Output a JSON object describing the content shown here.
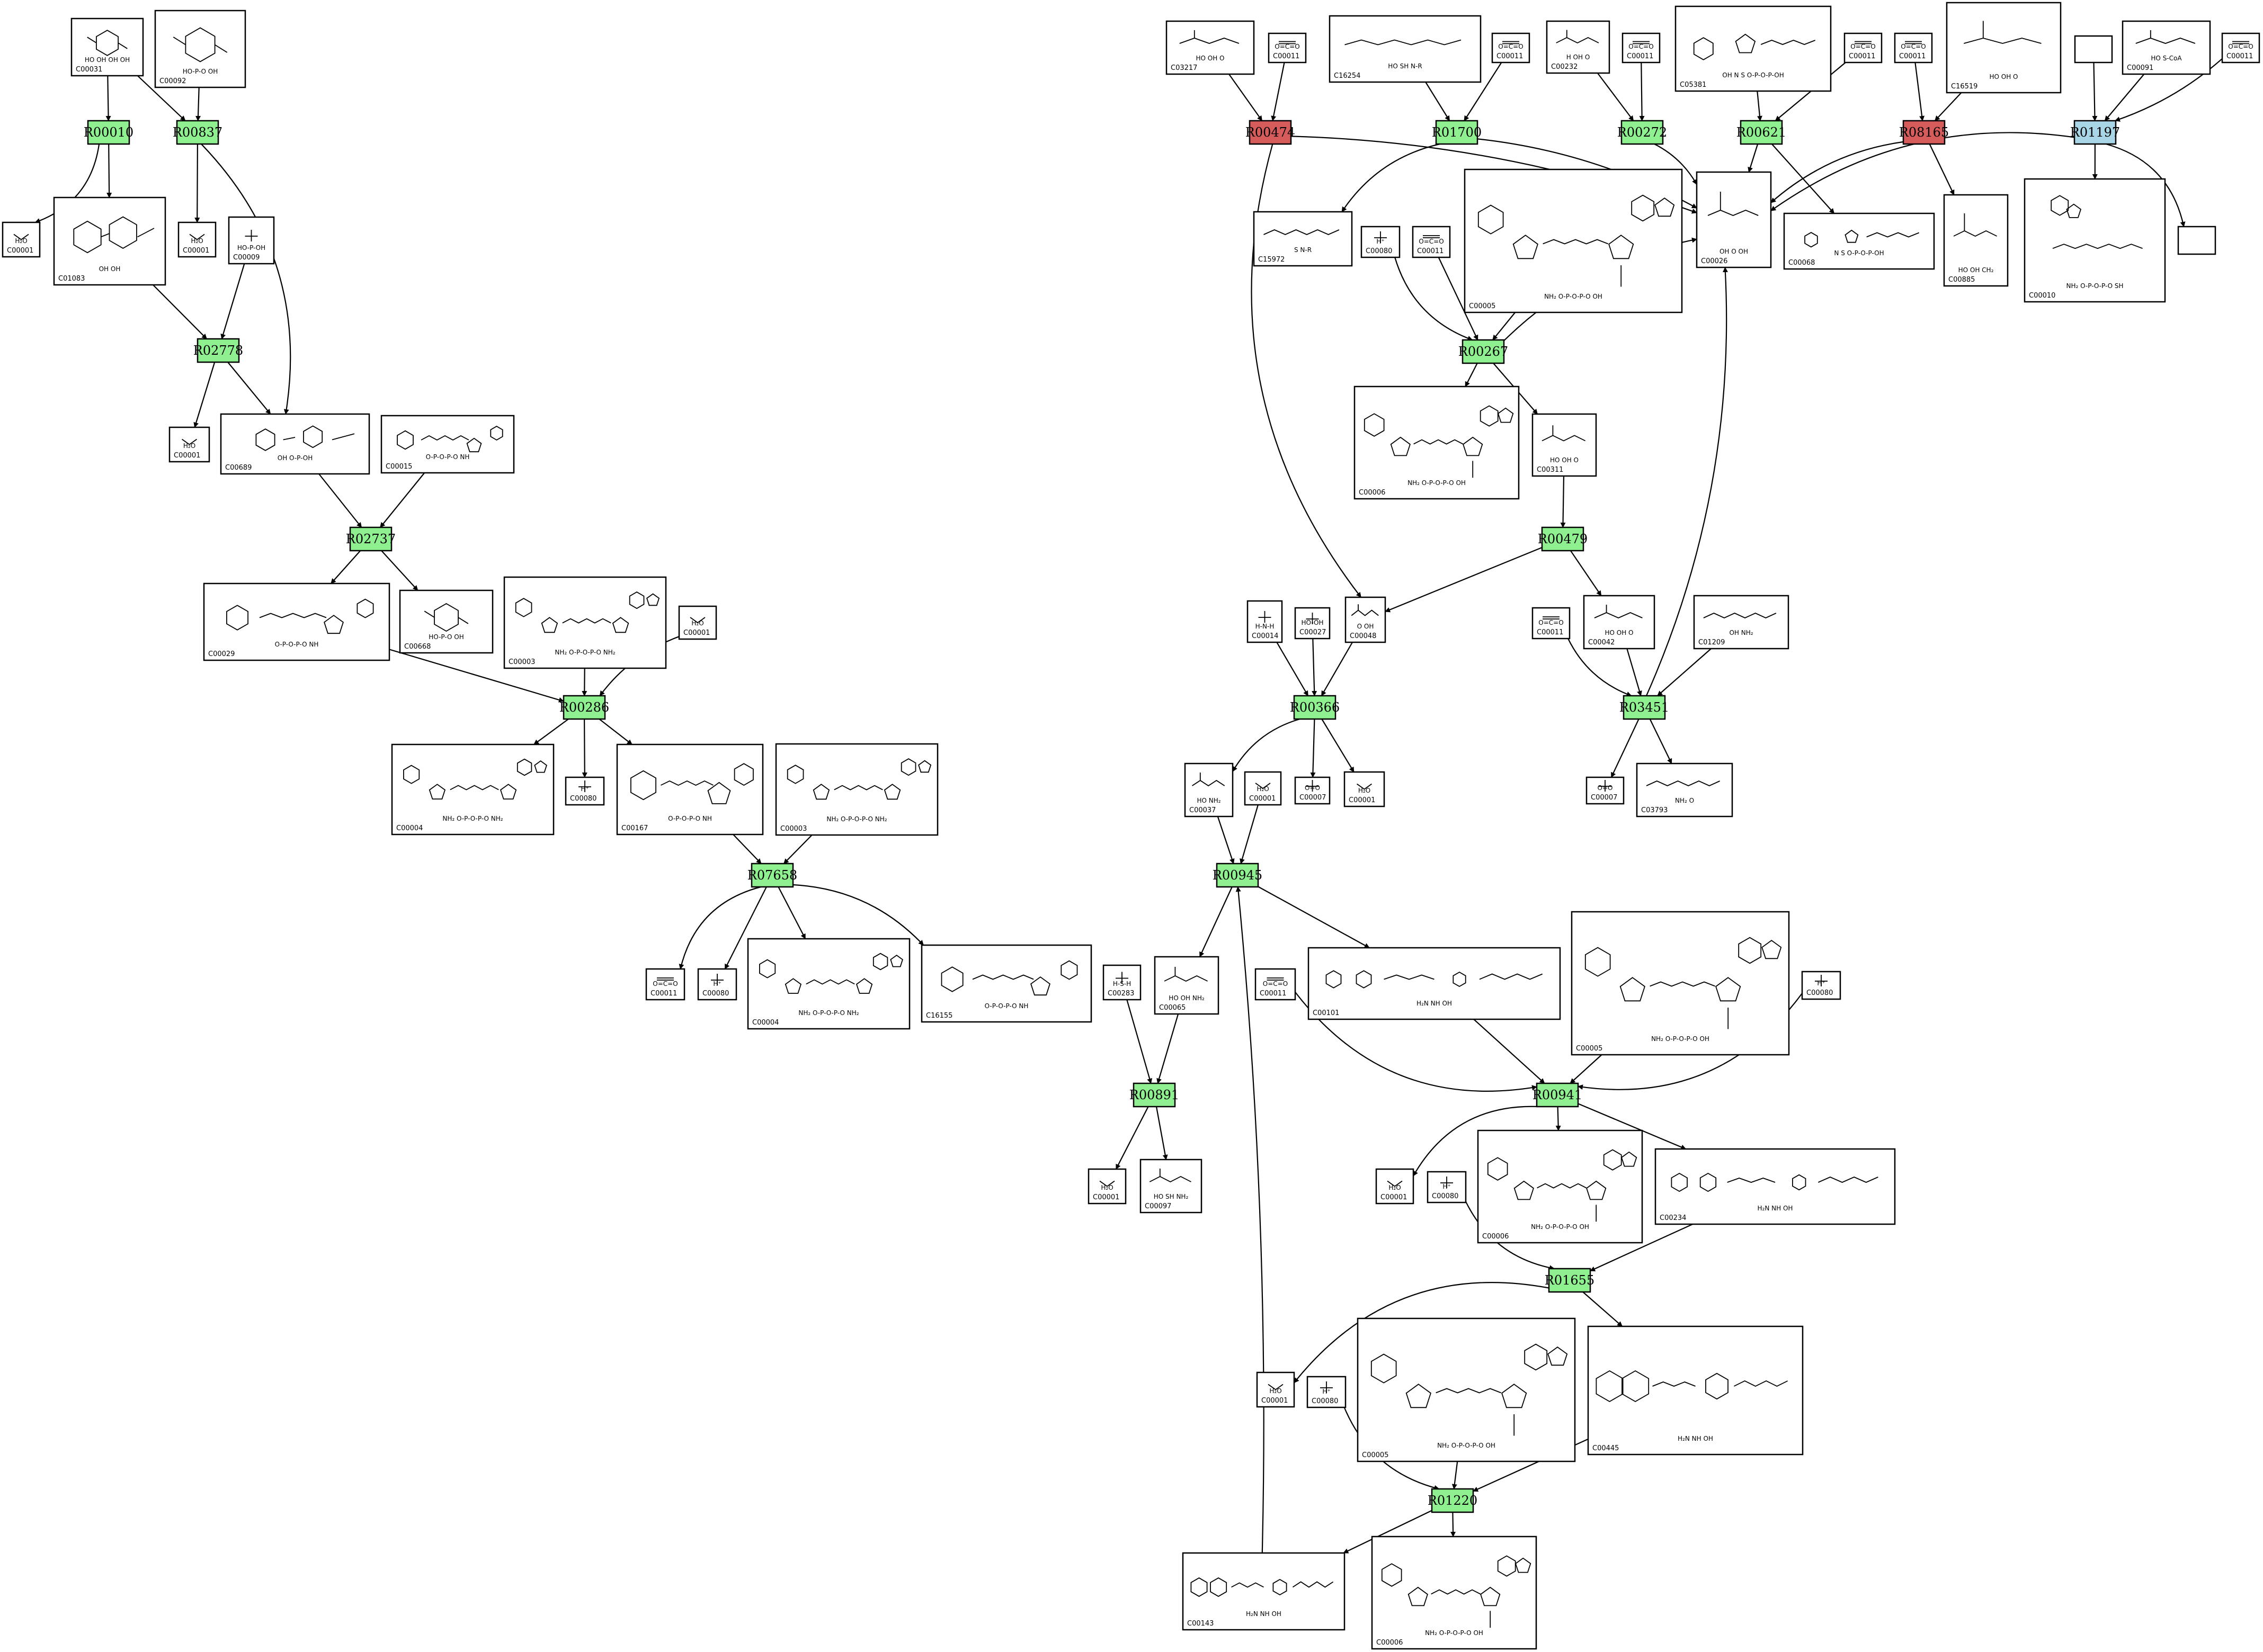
{
  "colors": {
    "reaction_default": "#8ef08e",
    "reaction_red": "#d65c5c",
    "reaction_blue": "#a8d6e6",
    "stroke": "#000000",
    "background": "#ffffff"
  },
  "reactions": [
    {
      "id": "R00010",
      "color": "green"
    },
    {
      "id": "R00837",
      "color": "green"
    },
    {
      "id": "R02778",
      "color": "green"
    },
    {
      "id": "R02737",
      "color": "green"
    },
    {
      "id": "R00286",
      "color": "green"
    },
    {
      "id": "R07658",
      "color": "green"
    },
    {
      "id": "R00474",
      "color": "red"
    },
    {
      "id": "R01700",
      "color": "green"
    },
    {
      "id": "R00272",
      "color": "green"
    },
    {
      "id": "R00621",
      "color": "green"
    },
    {
      "id": "R08165",
      "color": "red"
    },
    {
      "id": "R01197",
      "color": "blue"
    },
    {
      "id": "R00267",
      "color": "green"
    },
    {
      "id": "R00479",
      "color": "green"
    },
    {
      "id": "R00366",
      "color": "green"
    },
    {
      "id": "R03451",
      "color": "green"
    },
    {
      "id": "R00945",
      "color": "green"
    },
    {
      "id": "R00891",
      "color": "green"
    },
    {
      "id": "R00941",
      "color": "green"
    },
    {
      "id": "R01655",
      "color": "green"
    },
    {
      "id": "R01220",
      "color": "green"
    }
  ],
  "compounds": [
    {
      "key": "c_C00031",
      "id": "C00031",
      "formula": "HO OH OH OH"
    },
    {
      "key": "c_C00092",
      "id": "C00092",
      "formula": "HO-P-O OH"
    },
    {
      "key": "c_C00001_a",
      "id": "C00001",
      "formula": "H₂O"
    },
    {
      "key": "c_C01083",
      "id": "C01083",
      "formula": "OH OH"
    },
    {
      "key": "c_C00001_b",
      "id": "C00001",
      "formula": "H₂O"
    },
    {
      "key": "c_C00009",
      "id": "C00009",
      "formula": "HO-P-OH"
    },
    {
      "key": "c_C00001_c",
      "id": "C00001",
      "formula": "H₂O"
    },
    {
      "key": "c_C00689",
      "id": "C00689",
      "formula": "OH O-P-OH"
    },
    {
      "key": "c_C00015",
      "id": "C00015",
      "formula": "O-P-O-P-O NH"
    },
    {
      "key": "c_C00029",
      "id": "C00029",
      "formula": "O-P-O-P-O NH"
    },
    {
      "key": "c_C00668",
      "id": "C00668",
      "formula": "HO-P-O OH"
    },
    {
      "key": "c_C00003_a",
      "id": "C00003",
      "formula": "NH₂ O-P-O-P-O NH₂"
    },
    {
      "key": "c_C00001_d",
      "id": "C00001",
      "formula": "H₂O"
    },
    {
      "key": "c_C00004_a",
      "id": "C00004",
      "formula": "NH₂ O-P-O-P-O NH₂"
    },
    {
      "key": "c_C00080_a",
      "id": "C00080",
      "formula": "H⁺"
    },
    {
      "key": "c_C00167",
      "id": "C00167",
      "formula": "O-P-O-P-O NH"
    },
    {
      "key": "c_C00003_b",
      "id": "C00003",
      "formula": "NH₂ O-P-O-P-O NH₂"
    },
    {
      "key": "c_C00011_a",
      "id": "C00011",
      "formula": "O=C=O"
    },
    {
      "key": "c_C00080_b",
      "id": "C00080",
      "formula": "H⁺"
    },
    {
      "key": "c_C00004_b",
      "id": "C00004",
      "formula": "NH₂ O-P-O-P-O NH₂"
    },
    {
      "key": "c_C16155",
      "id": "C16155",
      "formula": "O-P-O-P-O NH"
    },
    {
      "key": "c_C03217",
      "id": "C03217",
      "formula": "HO OH O"
    },
    {
      "key": "c_C00011_b",
      "id": "C00011",
      "formula": "O=C=O"
    },
    {
      "key": "c_C16254",
      "id": "C16254",
      "formula": "HO SH N-R"
    },
    {
      "key": "c_C00011_c",
      "id": "C00011",
      "formula": "O=C=O"
    },
    {
      "key": "c_C00232",
      "id": "C00232",
      "formula": "H OH O"
    },
    {
      "key": "c_C00011_d",
      "id": "C00011",
      "formula": "O=C=O"
    },
    {
      "key": "c_C05381",
      "id": "C05381",
      "formula": "OH N S O-P-O-P-OH"
    },
    {
      "key": "c_C00011_e",
      "id": "C00011",
      "formula": "O=C=O"
    },
    {
      "key": "c_C00011_f",
      "id": "C00011",
      "formula": "O=C=O"
    },
    {
      "key": "c_C16519",
      "id": "C16519",
      "formula": "HO OH O"
    },
    {
      "key": "c_blank_1",
      "id": "",
      "formula": ""
    },
    {
      "key": "c_C00091",
      "id": "C00091",
      "formula": "HO S-CoA"
    },
    {
      "key": "c_C00011_g",
      "id": "C00011",
      "formula": "O=C=O"
    },
    {
      "key": "c_C15972",
      "id": "C15972",
      "formula": "S N-R"
    },
    {
      "key": "c_C00080_c",
      "id": "C00080",
      "formula": "H⁺"
    },
    {
      "key": "c_C00011_h",
      "id": "C00011",
      "formula": "O=C=O"
    },
    {
      "key": "c_C00005_a",
      "id": "C00005",
      "formula": "NH₂ O-P-O-P-O OH"
    },
    {
      "key": "c_C00026",
      "id": "C00026",
      "formula": "OH O OH"
    },
    {
      "key": "c_C00068",
      "id": "C00068",
      "formula": "N S O-P-O-P-OH"
    },
    {
      "key": "c_C00885",
      "id": "C00885",
      "formula": "HO OH CH₂"
    },
    {
      "key": "c_C00010",
      "id": "C00010",
      "formula": "NH₂ O-P-O-P-O SH"
    },
    {
      "key": "c_blank_2",
      "id": "",
      "formula": ""
    },
    {
      "key": "c_C00006_a",
      "id": "C00006",
      "formula": "NH₂ O-P-O-P-O OH"
    },
    {
      "key": "c_C00311",
      "id": "C00311",
      "formula": "HO OH O"
    },
    {
      "key": "c_C00014",
      "id": "C00014",
      "formula": "H-N-H"
    },
    {
      "key": "c_C00027",
      "id": "C00027",
      "formula": "HO-OH"
    },
    {
      "key": "c_C00048",
      "id": "C00048",
      "formula": "O OH"
    },
    {
      "key": "c_C00011_i",
      "id": "C00011",
      "formula": "O=C=O"
    },
    {
      "key": "c_C00042",
      "id": "C00042",
      "formula": "HO OH O"
    },
    {
      "key": "c_C01209",
      "id": "C01209",
      "formula": "OH NH₂"
    },
    {
      "key": "c_C00037",
      "id": "C00037",
      "formula": "HO NH₂"
    },
    {
      "key": "c_C00001_e",
      "id": "C00001",
      "formula": "H₂O"
    },
    {
      "key": "c_C00007_a",
      "id": "C00007",
      "formula": "O=O"
    },
    {
      "key": "c_C00001_f",
      "id": "C00001",
      "formula": "H₂O"
    },
    {
      "key": "c_C00007_b",
      "id": "C00007",
      "formula": "O=O"
    },
    {
      "key": "c_C03793",
      "id": "C03793",
      "formula": "NH₂ O"
    },
    {
      "key": "c_C00065",
      "id": "C00065",
      "formula": "HO OH NH₂"
    },
    {
      "key": "c_C00283",
      "id": "C00283",
      "formula": "H-S-H"
    },
    {
      "key": "c_C00011_j",
      "id": "C00011",
      "formula": "O=C=O"
    },
    {
      "key": "c_C00101",
      "id": "C00101",
      "formula": "H₂N NH OH"
    },
    {
      "key": "c_C00005_b",
      "id": "C00005",
      "formula": "NH₂ O-P-O-P-O OH"
    },
    {
      "key": "c_C00080_d",
      "id": "C00080",
      "formula": "H⁺"
    },
    {
      "key": "c_C00001_g",
      "id": "C00001",
      "formula": "H₂O"
    },
    {
      "key": "c_C00097",
      "id": "C00097",
      "formula": "HO SH NH₂"
    },
    {
      "key": "c_C00001_h",
      "id": "C00001",
      "formula": "H₂O"
    },
    {
      "key": "c_C00080_e",
      "id": "C00080",
      "formula": "H⁺"
    },
    {
      "key": "c_C00006_b",
      "id": "C00006",
      "formula": "NH₂ O-P-O-P-O OH"
    },
    {
      "key": "c_C00234",
      "id": "C00234",
      "formula": "H₂N NH OH"
    },
    {
      "key": "c_C00001_i",
      "id": "C00001",
      "formula": "H₂O"
    },
    {
      "key": "c_C00080_f",
      "id": "C00080",
      "formula": "H⁺"
    },
    {
      "key": "c_C00005_c",
      "id": "C00005",
      "formula": "NH₂ O-P-O-P-O OH"
    },
    {
      "key": "c_C00445",
      "id": "C00445",
      "formula": "H₂N NH OH"
    },
    {
      "key": "c_C00143",
      "id": "C00143",
      "formula": "H₂N NH OH"
    },
    {
      "key": "c_C00006_c",
      "id": "C00006",
      "formula": "NH₂ O-P-O-P-O OH"
    }
  ]
}
